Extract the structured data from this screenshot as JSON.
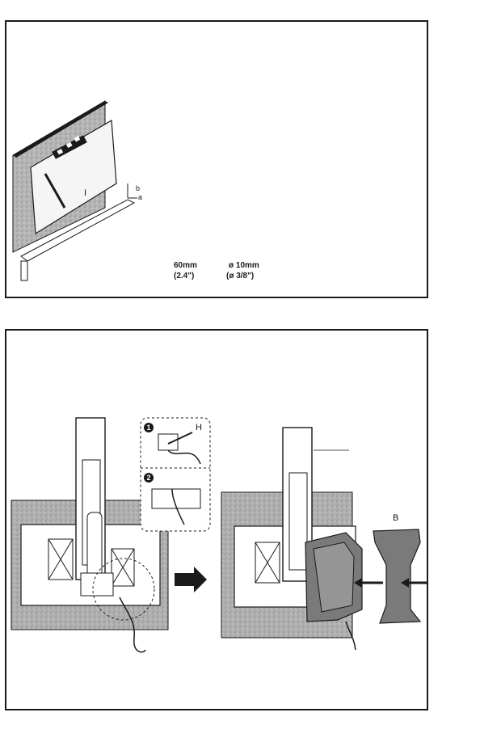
{
  "panel1": {
    "dim_depth": "60mm",
    "dim_depth_in": "(2.4\")",
    "dim_diameter": "ø 10mm",
    "dim_diameter_in": "(ø 3/8\")",
    "label_i": "I",
    "label_b": "b",
    "label_a": "a"
  },
  "panel2": {
    "step1": "1",
    "step2": "2",
    "label_h": "H",
    "label_b": "B"
  },
  "colors": {
    "stroke": "#1a1a1a",
    "wall": "#a9a9a9",
    "cover": "#7a7a7a"
  }
}
